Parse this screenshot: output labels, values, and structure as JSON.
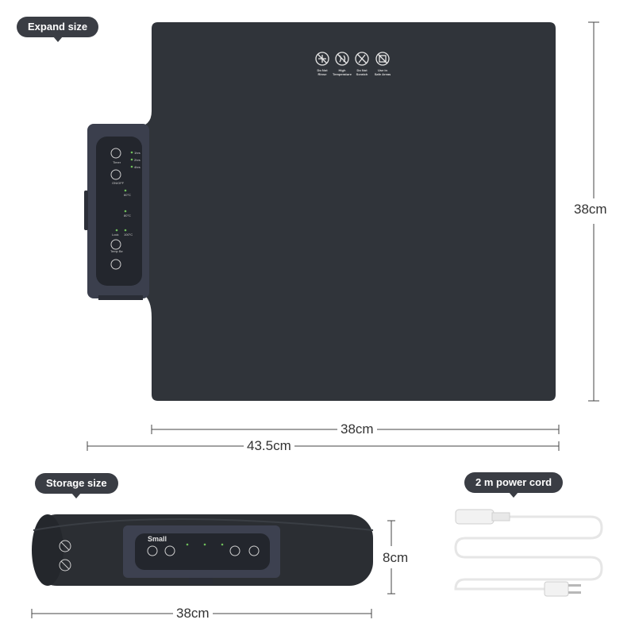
{
  "labels": {
    "expand_size": "Expand size",
    "storage_size": "Storage size",
    "power_cord": "2 m power cord"
  },
  "dimensions": {
    "height_expanded": "38cm",
    "width_mat": "38cm",
    "width_total": "43.5cm",
    "roll_height": "8cm",
    "roll_length": "38cm"
  },
  "mat_icons": [
    {
      "icon": "no-rinse-icon",
      "caption_1": "Do Not",
      "caption_2": "Rinse"
    },
    {
      "icon": "high-temperature-icon",
      "caption_1": "High",
      "caption_2": "Temperature"
    },
    {
      "icon": "no-scratch-icon",
      "caption_1": "Do Not",
      "caption_2": "Scratch"
    },
    {
      "icon": "safe-area-icon",
      "caption_1": "Use in",
      "caption_2": "Safe Areas"
    }
  ],
  "control_panel": {
    "timer": "Timer",
    "on_off": "ON/OFF",
    "t1": "1hrs",
    "t2": "2hrs",
    "t3": "4hrs",
    "temp1": "60°C",
    "temp2": "80°C",
    "lock": "Lock",
    "temp3": "100°C",
    "temp_button": "Temp Be"
  },
  "roll_label": "Small",
  "colors": {
    "mat": "#30343a",
    "panel": "#3b3f4d",
    "pill": "#3a3d44"
  }
}
